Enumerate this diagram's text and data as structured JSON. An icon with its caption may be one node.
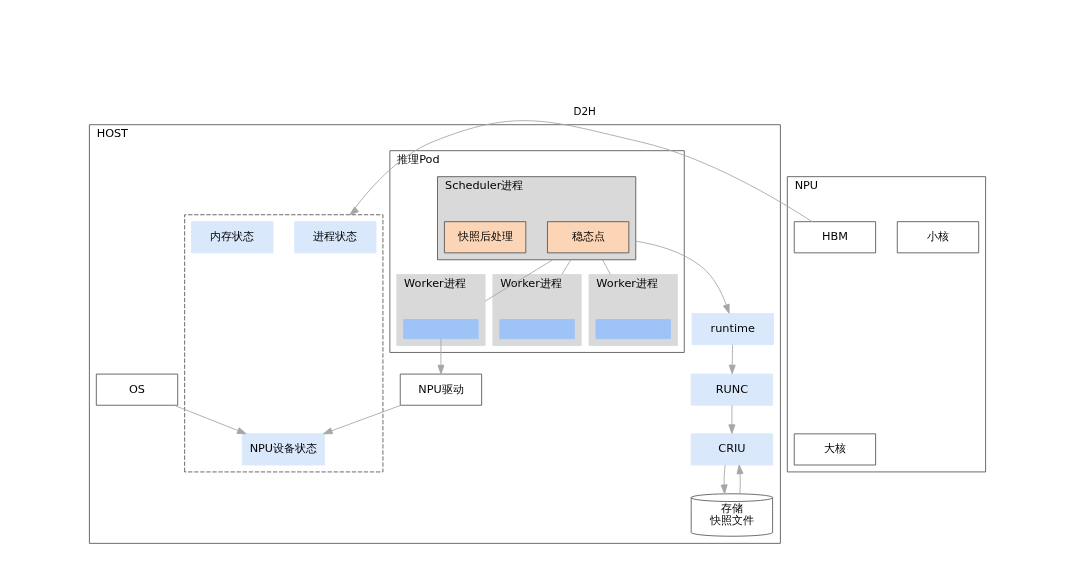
{
  "diagram": {
    "nodes": [
      {
        "text": [
          "HOST"
        ]
      },
      {
        "text": [
          "推理Pod"
        ],
        "in": 0
      },
      {
        "text": [
          "Scheduler进程"
        ],
        "in": 1
      },
      {
        "text": [
          "稳态点"
        ],
        "in": 2
      },
      {
        "text": [
          "快照后处理"
        ],
        "in": 2
      },
      {
        "text": [
          "Worker进程"
        ],
        "in": 1
      },
      {
        "text": [],
        "shape": "box",
        "in": 5
      },
      {
        "text": [
          "Worker进程"
        ],
        "in": 1
      },
      {
        "text": [],
        "shape": "box",
        "in": 7
      },
      {
        "text": [
          "Worker进程"
        ],
        "in": 1
      },
      {
        "text": [],
        "shape": "box",
        "in": 9
      },
      {
        "text": [
          "runtime"
        ],
        "in": 0
      },
      {
        "text": [
          "RUNC"
        ],
        "in": 0
      },
      {
        "text": [
          "CRIU"
        ],
        "in": 0
      },
      {
        "text": [
          "存储",
          "快照文件"
        ],
        "in": 0
      },
      {
        "text": [],
        "shape": "box",
        "in": 0
      },
      {
        "text": [
          "进程状态"
        ],
        "in": 15
      },
      {
        "text": [
          "内存状态"
        ],
        "in": 15
      },
      {
        "text": [
          "NPU设备状态"
        ],
        "in": 15
      },
      {
        "text": [
          "OS"
        ],
        "in": 0
      },
      {
        "text": [
          "NPU驱动"
        ],
        "in": 0
      },
      {
        "text": [
          "NPU"
        ]
      },
      {
        "text": [
          "大核"
        ],
        "in": 21
      },
      {
        "text": [
          "小核"
        ],
        "in": 21
      },
      {
        "text": [
          "HBM"
        ],
        "in": 21
      }
    ],
    "edges": [
      {
        "from": 2,
        "to": 11,
        "arrow": "to"
      },
      {
        "from": 11,
        "to": 12,
        "arrow": "to"
      },
      {
        "from": 12,
        "to": 13,
        "arrow": "to"
      },
      {
        "from": 13,
        "to": 14,
        "arrow": "to"
      },
      {
        "from": 14,
        "to": 13,
        "arrow": "to"
      },
      {
        "from": 2,
        "to": 5,
        "arrow": "none"
      },
      {
        "from": 2,
        "to": 7,
        "arrow": "none"
      },
      {
        "from": 2,
        "to": 9,
        "arrow": "none"
      },
      {
        "from": 6,
        "to": 20,
        "arrow": "to"
      },
      {
        "from": 19,
        "to": 18,
        "arrow": "to"
      },
      {
        "from": 20,
        "to": 18,
        "arrow": "to"
      },
      {
        "from": 24,
        "to": 15,
        "arrow": "to",
        "label": "D2H"
      }
    ]
  }
}
